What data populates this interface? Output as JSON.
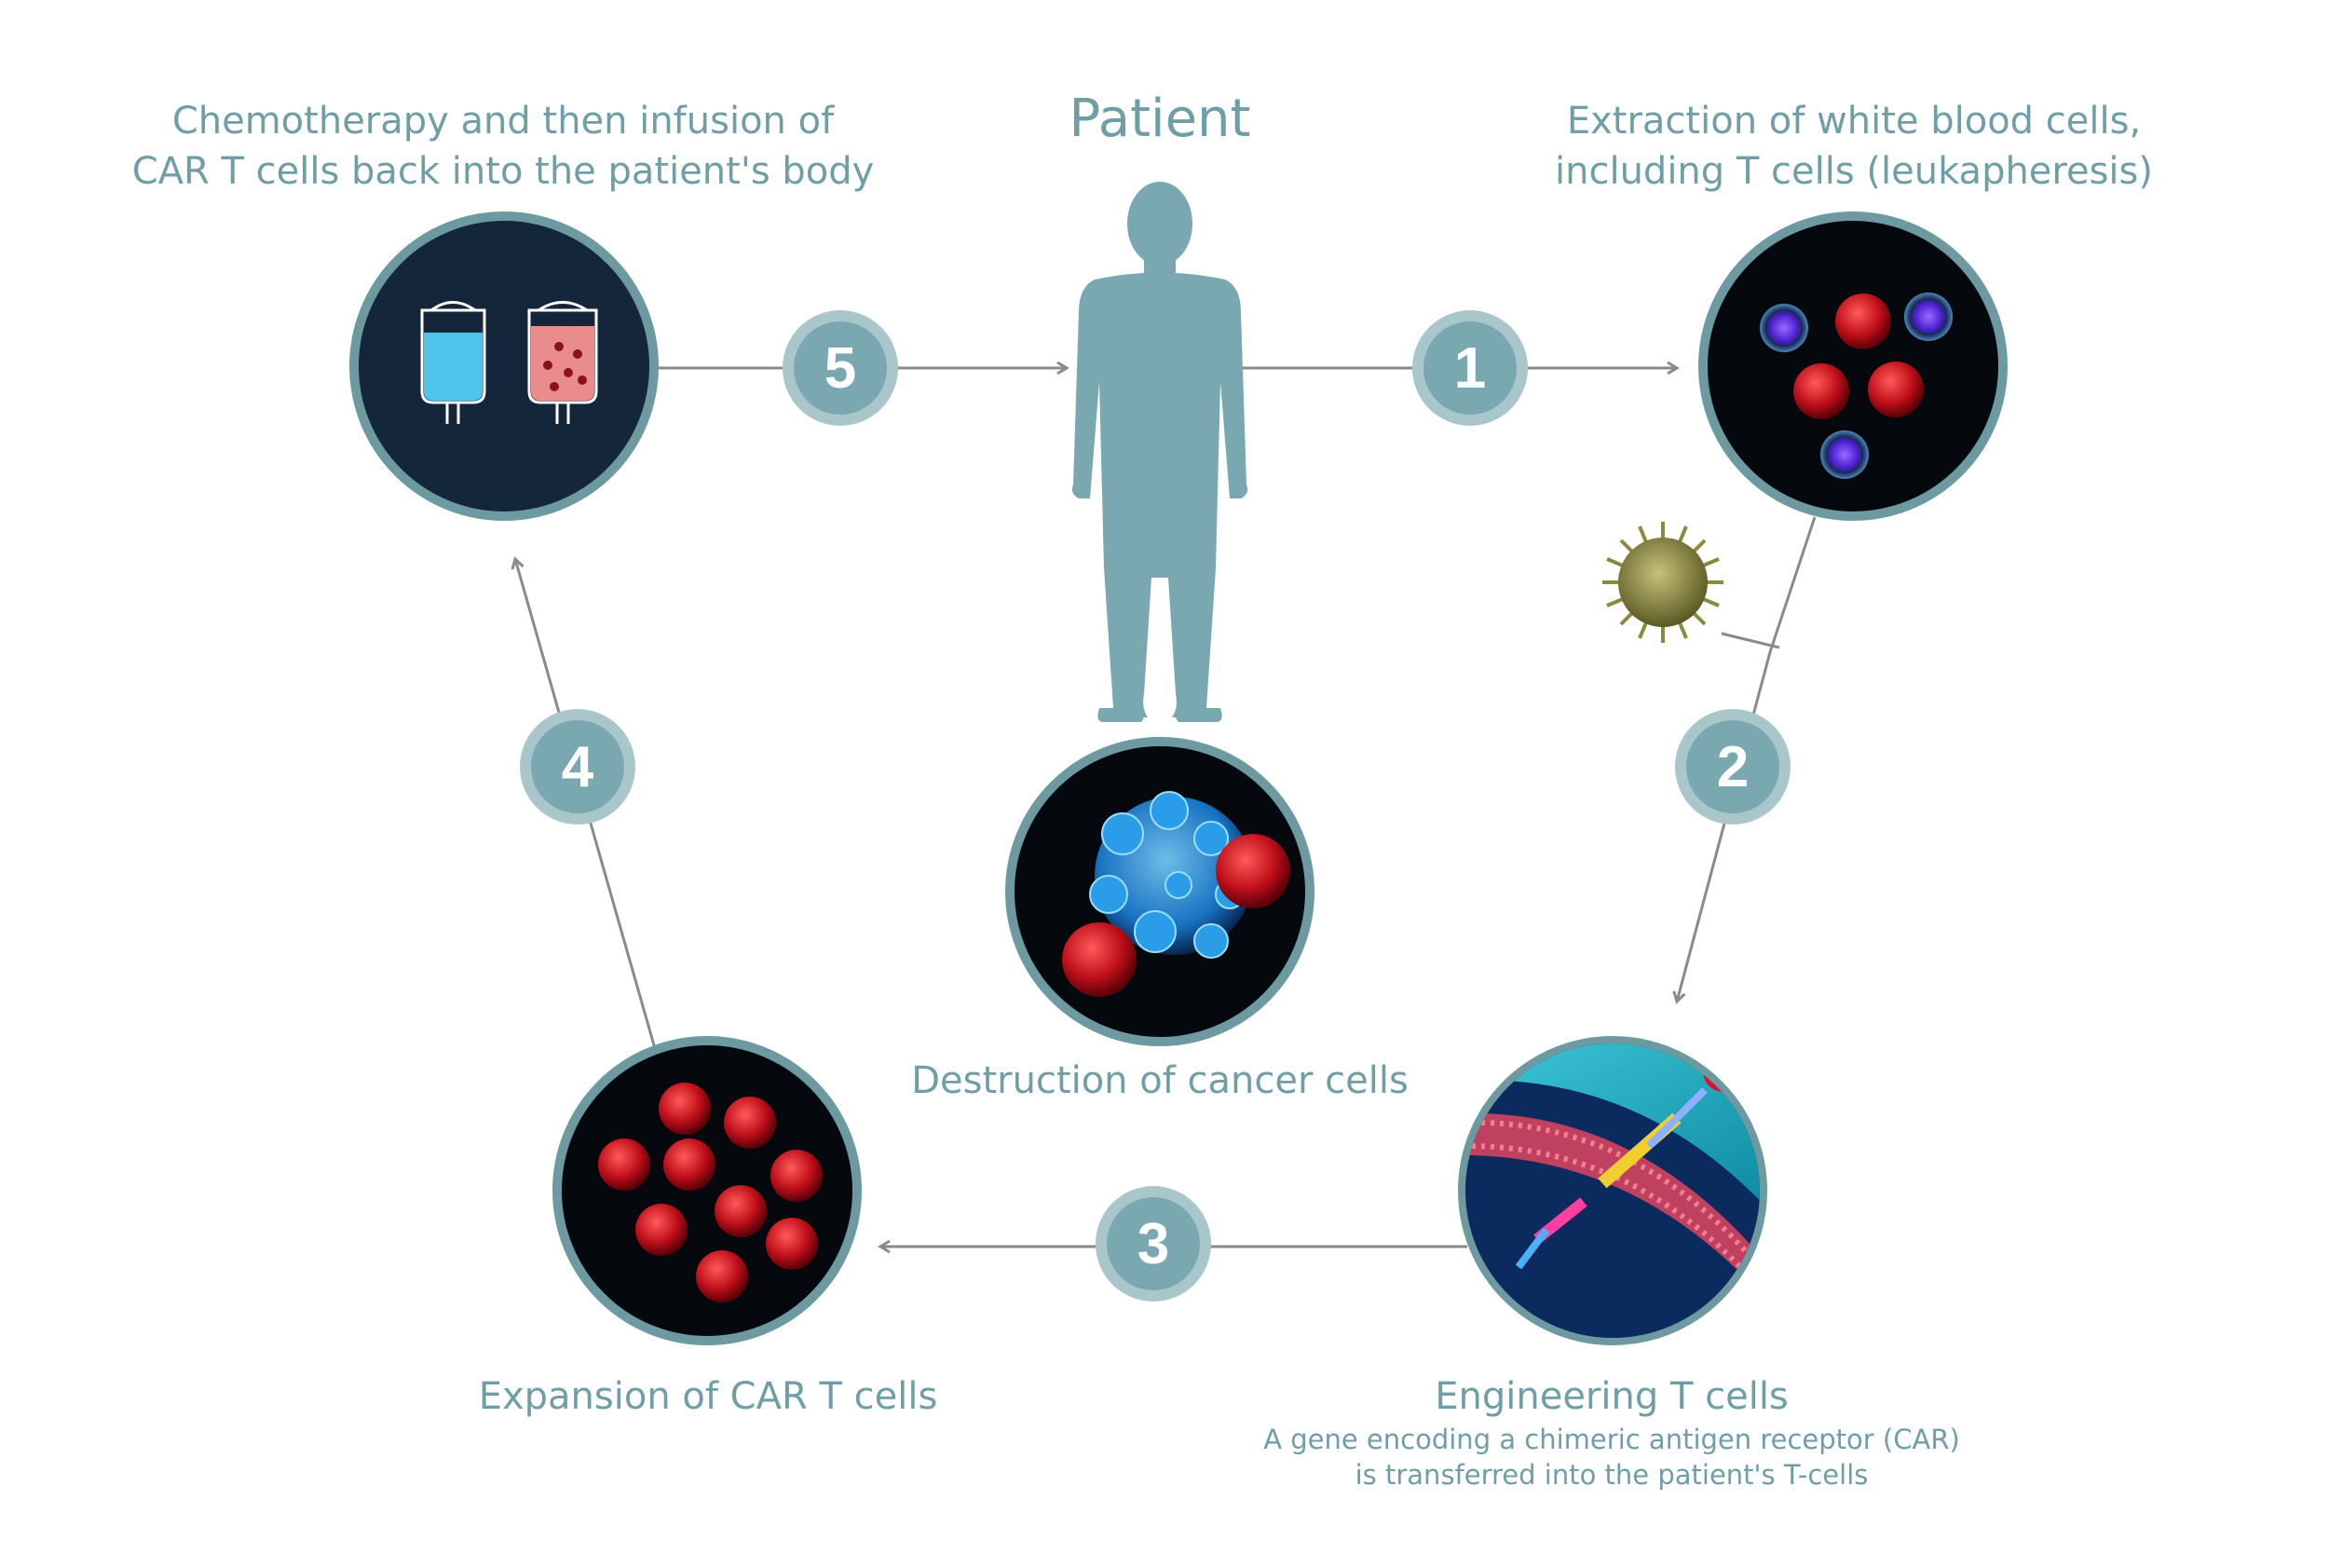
{
  "patient_title": "Patient",
  "step1": {
    "number": "1",
    "label_line1": "Extraction of white blood cells,",
    "label_line2": "including T cells (leukapheresis)"
  },
  "step2": {
    "number": "2"
  },
  "step3": {
    "number": "3",
    "label": "Engineering T cells",
    "desc_line1": "A gene encoding a chimeric antigen receptor (CAR)",
    "desc_line2": "is transferred into the patient's T-cells"
  },
  "step4": {
    "number": "4",
    "label": "Expansion of CAR T cells"
  },
  "step5": {
    "number": "5",
    "label_line1": "Chemotherapy and then infusion of",
    "label_line2": "CAR T cells back into the patient's body"
  },
  "center_label": "Destruction of cancer cells",
  "colors": {
    "teal": "#7aa8b0",
    "teal_light": "#a9c6cb",
    "text": "#6f9ea6",
    "arrow": "#8a8a8a",
    "circle_bg": "#0b1420",
    "ring": "#6d9aa1"
  }
}
